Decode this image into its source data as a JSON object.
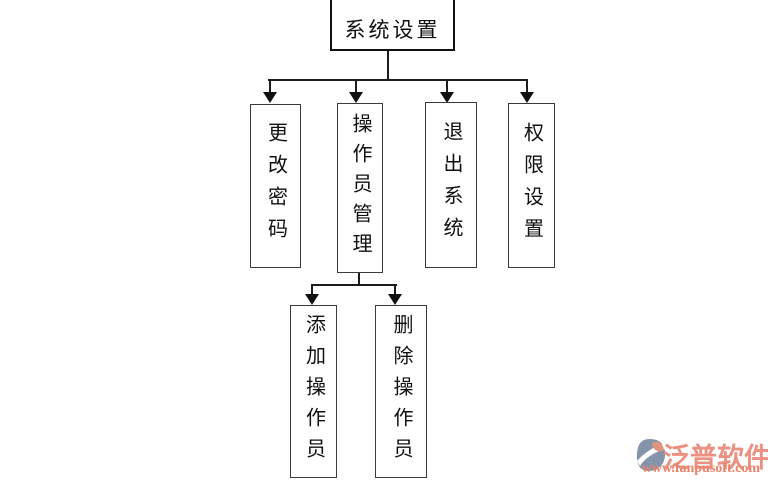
{
  "diagram": {
    "root": {
      "label": "系统设置"
    },
    "children": [
      {
        "label": "更改密码"
      },
      {
        "label": "操作员管理"
      },
      {
        "label": "退出系统"
      },
      {
        "label": "权限设置"
      }
    ],
    "operator_children": [
      {
        "label": "添加操作员"
      },
      {
        "label": "删除操作员"
      }
    ]
  },
  "branding": {
    "name": "泛普软件",
    "url": "www.fanpusoft.com",
    "icon": "fanpu-logo-icon",
    "name_color": "#ec9181",
    "url_color": "#e8846b",
    "icon_blue_color": "#8494aa",
    "icon_orange_color": "#e2937c"
  },
  "colors": {
    "background": "#ffffff",
    "connector_line": "#1c1c1c",
    "box_border": "#3a3a3a",
    "root_box_border": "#111111",
    "text": "#111111"
  }
}
